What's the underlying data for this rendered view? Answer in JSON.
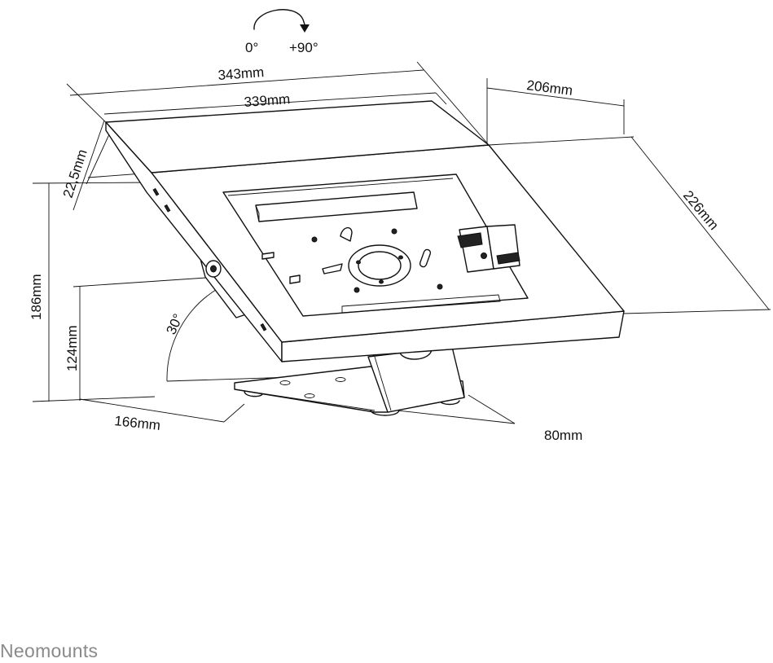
{
  "rotation": {
    "start": "0°",
    "end": "+90°"
  },
  "dimensions": {
    "outer_width": "343mm",
    "inner_width": "339mm",
    "depth_top": "206mm",
    "depth_side": "226mm",
    "frame_thickness": "22,5mm",
    "total_height": "186mm",
    "pivot_height": "124mm",
    "tilt_angle": "30°",
    "base_length": "166mm",
    "base_width": "80mm"
  },
  "brand": "Neomounts",
  "colors": {
    "line": "#111111",
    "brand": "#8a8a8a",
    "background": "#ffffff"
  },
  "icons": [
    "rotation-arrow-icon",
    "lock-icon"
  ]
}
